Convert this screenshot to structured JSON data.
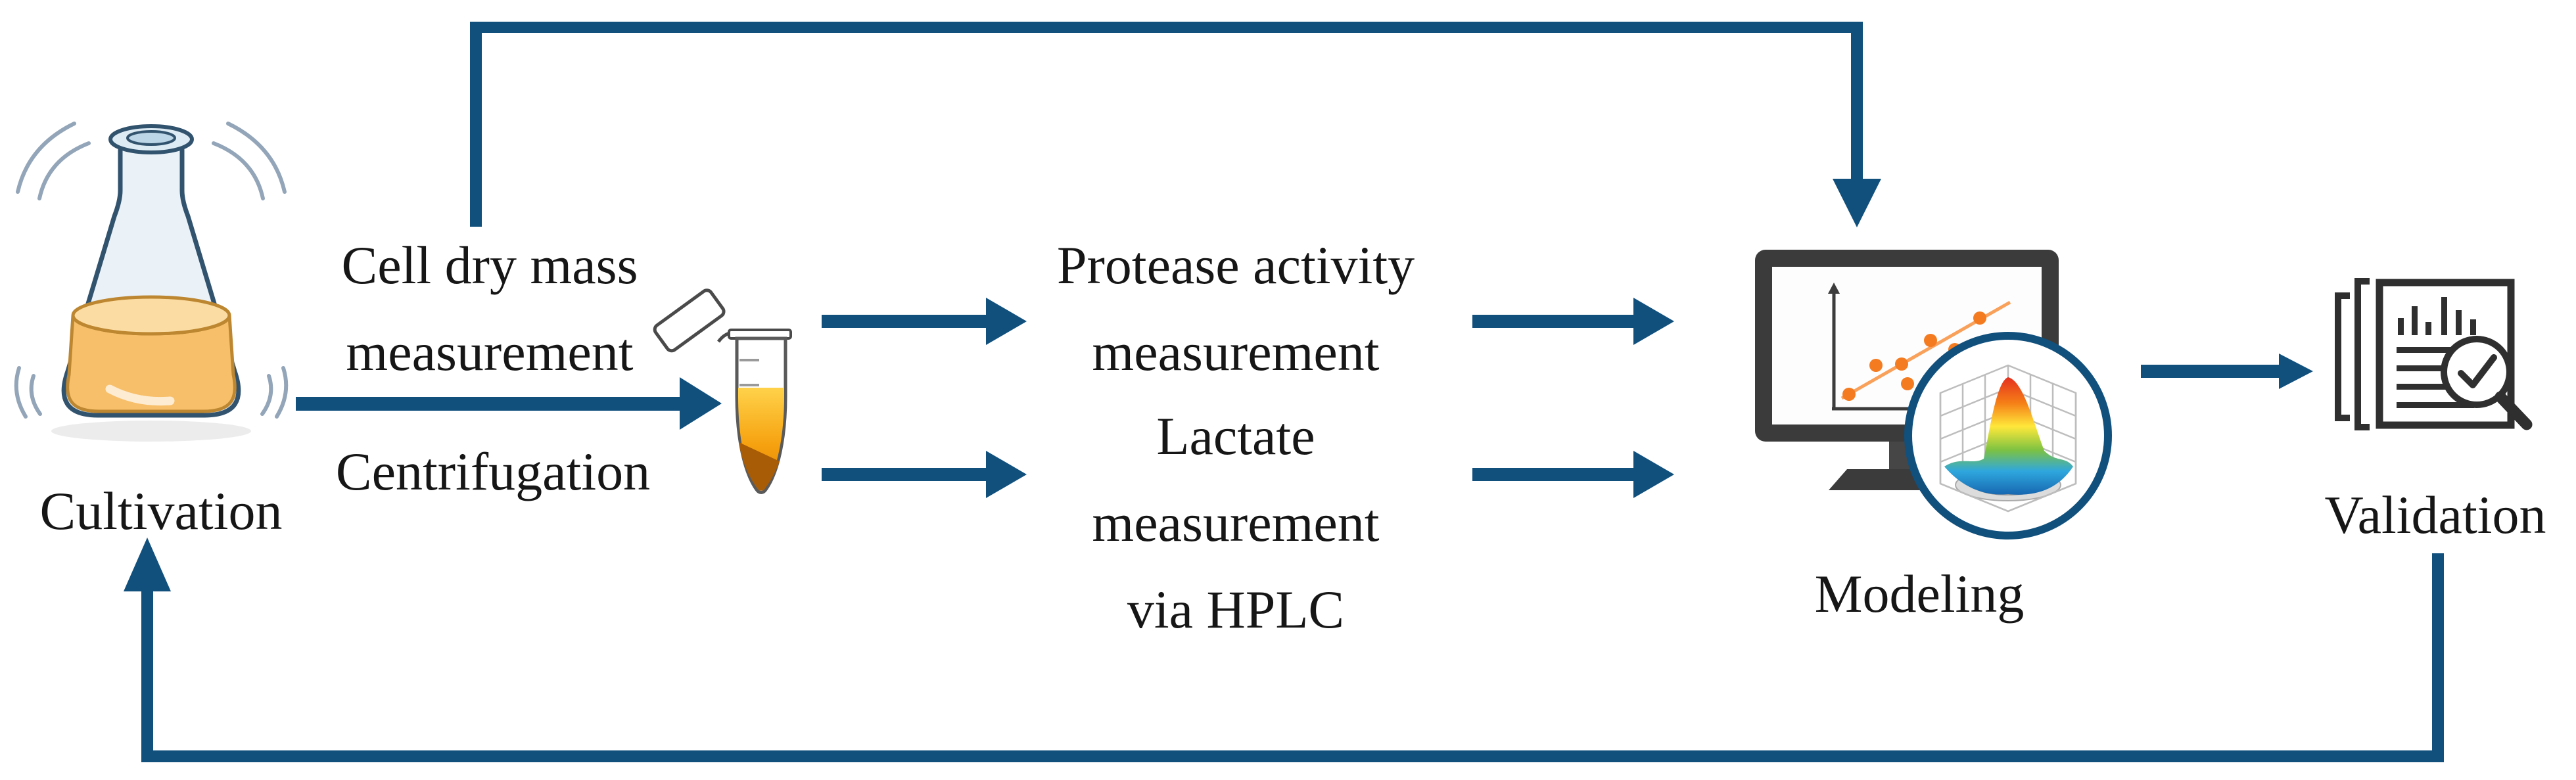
{
  "diagram_type": "process-flow",
  "colors": {
    "arrow_blue": "#11507D",
    "text": "#161616",
    "monitor_gray": "#3A3A3A",
    "scatter_orange": "#F47B20",
    "flask_liquid_orange": "#F7BF6A",
    "tube_liquid_orange": "#EE8E00",
    "tube_pellet_brown": "#A85C06",
    "surface_plot_colors": [
      "#E53020",
      "#F57F17",
      "#FFE83A",
      "#7DC242",
      "#2FA7DE",
      "#1767B0"
    ]
  },
  "steps": {
    "cultivation": {
      "label": "Cultivation",
      "icon": "shake-flask-icon"
    },
    "cell_dry_mass": {
      "line1": "Cell dry mass",
      "line2": "measurement"
    },
    "centrifugation": {
      "label": "Centrifugation"
    },
    "centrifuge_tube": {
      "icon": "centrifuge-tube-icon"
    },
    "protease": {
      "line1": "Protease activity",
      "line2": "measurement"
    },
    "lactate": {
      "line1": "Lactate",
      "line2": "measurement",
      "line3": "via HPLC"
    },
    "modeling": {
      "label": "Modeling",
      "icon": "monitor-scatter-plot-icon",
      "overlay_icon": "surface-plot-icon"
    },
    "validation": {
      "label": "Validation",
      "icon": "documents-check-magnifier-icon"
    }
  },
  "edges": [
    {
      "from": "cultivation",
      "to": "centrifuge_tube",
      "label_above": "Cell dry mass measurement",
      "label_below": "Centrifugation",
      "style": "straight-right"
    },
    {
      "from": "cell_dry_mass",
      "to": "modeling",
      "style": "elbow-over-top",
      "arrow": "down"
    },
    {
      "from": "centrifuge_tube",
      "to": "protease",
      "style": "straight-right"
    },
    {
      "from": "protease",
      "to": "modeling",
      "style": "straight-right"
    },
    {
      "from": "centrifuge_tube",
      "to": "lactate",
      "style": "straight-right"
    },
    {
      "from": "lactate",
      "to": "modeling",
      "style": "straight-right"
    },
    {
      "from": "modeling",
      "to": "validation",
      "style": "straight-right"
    },
    {
      "from": "validation",
      "to": "cultivation",
      "style": "elbow-under-bottom",
      "arrow": "up"
    }
  ]
}
